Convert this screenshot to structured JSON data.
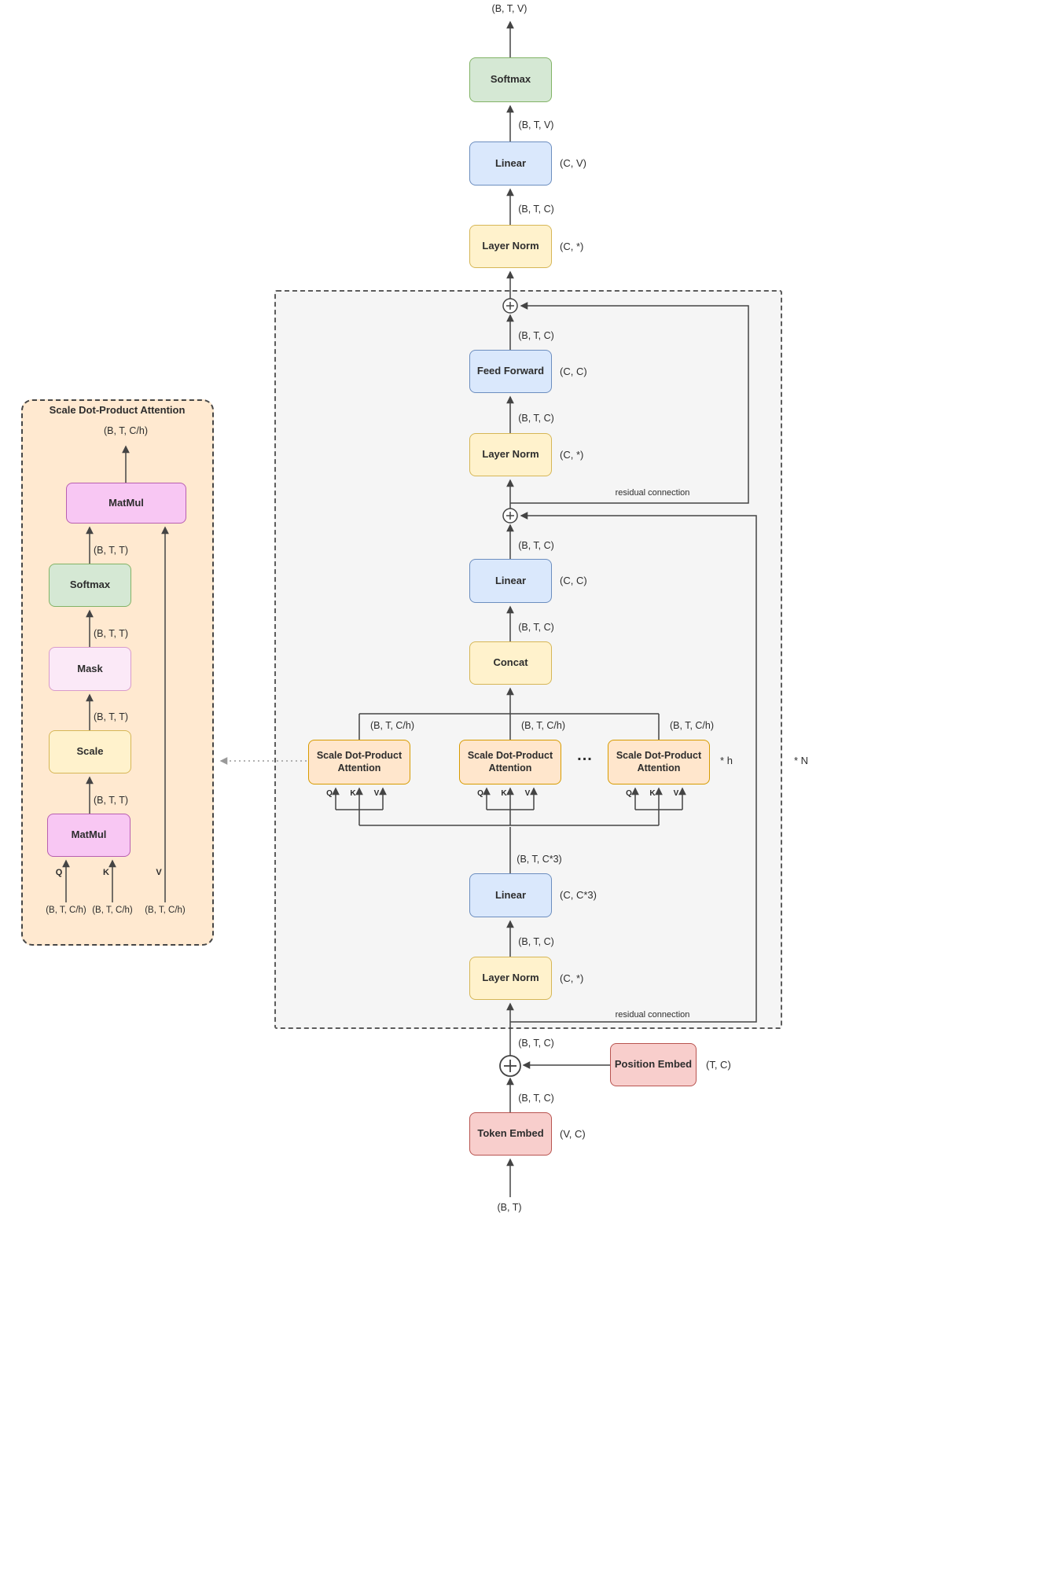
{
  "shapes": {
    "btv": "(B, T, V)",
    "btc": "(B, T, C)",
    "btc3": "(B, T, C*3)",
    "btch": "(B, T, C/h)",
    "btt": "(B, T, T)",
    "bt": "(B, T)"
  },
  "blocks": {
    "softmax": "Softmax",
    "linear": "Linear",
    "layer_norm": "Layer Norm",
    "feed_forward": "Feed Forward",
    "concat": "Concat",
    "attention_head": "Scale Dot-Product Attention",
    "position_embed": "Position Embed",
    "token_embed": "Token Embed"
  },
  "params": {
    "cv": "(C, V)",
    "cstar": "(C, *)",
    "cc": "(C, C)",
    "cc3": "(C, C*3)",
    "tc": "(T, C)",
    "vc": "(V, C)"
  },
  "detail": {
    "title": "Scale Dot-Product Attention",
    "matmul": "MatMul",
    "softmax": "Softmax",
    "mask": "Mask",
    "scale": "Scale"
  },
  "annotations": {
    "residual": "residual connection",
    "times_n": "* N",
    "times_h": "* h",
    "ellipsis": "...",
    "q": "Q",
    "k": "K",
    "v": "V"
  },
  "colors": {
    "embed_fill": "#f8cecc",
    "embed_stroke": "#b85450",
    "norm_fill": "#fff2cc",
    "norm_stroke": "#d6b656",
    "linear_fill": "#dae8fc",
    "linear_stroke": "#6c8ebf",
    "softmax_fill": "#d5e8d4",
    "softmax_stroke": "#82b366",
    "attention_fill": "#ffe6cc",
    "attention_stroke": "#d79b00",
    "matmul_fill": "#f8c7f3",
    "matmul_stroke": "#b85fb0",
    "mask_fill": "#fbe9f7",
    "mask_stroke": "#d89bcb",
    "block_container_fill": "#f5f5f5",
    "detail_container_fill": "#ffe9d0",
    "wire": "#444444"
  }
}
